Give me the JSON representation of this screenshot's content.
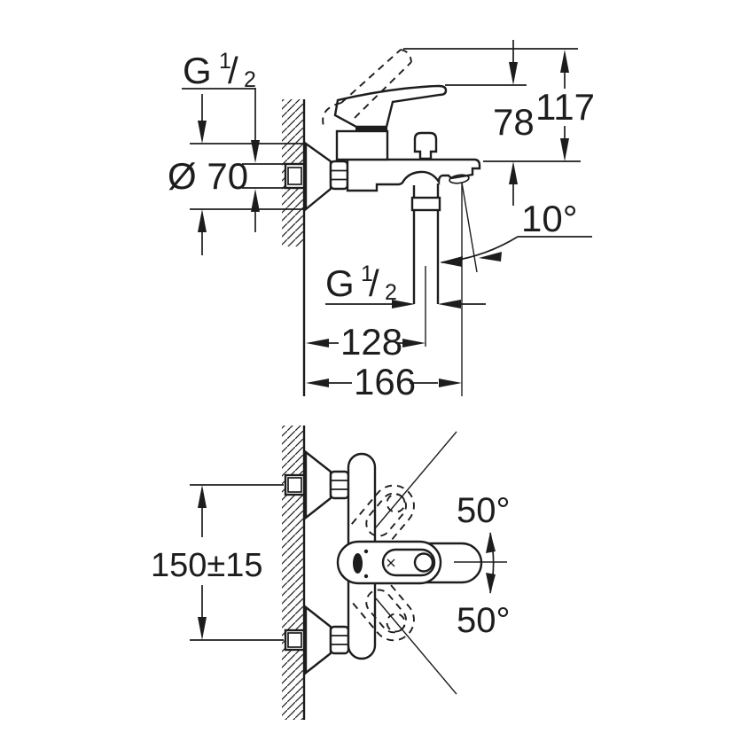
{
  "colors": {
    "line": "#1d1d1d",
    "background": "#ffffff"
  },
  "top_view": {
    "wall_thread_label": {
      "prefix": "G",
      "numerator": "1",
      "slash": "/",
      "denominator": "2"
    },
    "escutcheon_diameter_label": "Ø 70",
    "lever_height_label": "78",
    "open_lever_height_label": "117",
    "spout_angle_label": "10°",
    "shower_outlet_thread_label": {
      "prefix": "G",
      "numerator": "1",
      "slash": "/",
      "denominator": "2"
    },
    "wall_to_shower_outlet_label": "128",
    "wall_to_spout_end_label": "166"
  },
  "front_view": {
    "connection_spacing_label": "150±15",
    "handle_swing_up_label": "50°",
    "handle_swing_down_label": "50°"
  }
}
